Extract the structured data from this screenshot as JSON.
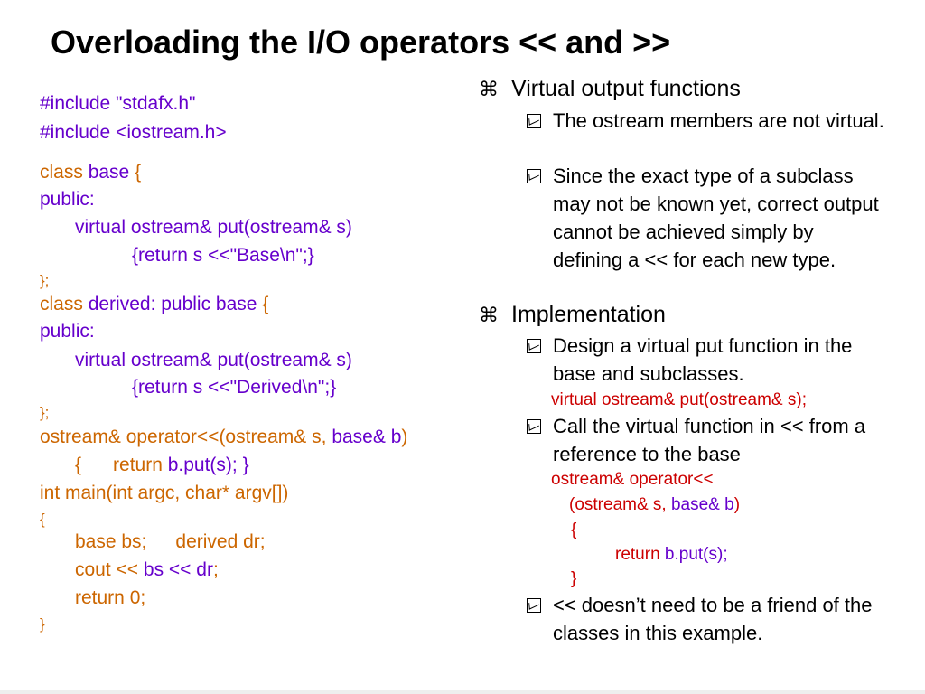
{
  "title": "Overloading the I/O operators << and >>",
  "code": {
    "include1": "#include \"stdafx.h\"",
    "include2": "#include <iostream.h>",
    "class_kw": "class ",
    "base_name": "base",
    "open_brace": " {",
    "public1": "public:",
    "virtual_put": "virtual ostream& put(ostream& s)",
    "return_base": "{return s <<\"Base\\n\";}",
    "close1": "};",
    "class_kw2": "class ",
    "derived_decl": "derived: public base",
    "open_brace2": " {",
    "public2": "public:",
    "virtual_put2": "virtual ostream& put(ostream& s)",
    "return_derived": "{return s <<\"Derived\\n\";}",
    "close2": "};",
    "op_decl_a": "ostream& operator<<(ostream& s, ",
    "op_decl_b": "base& b",
    "op_decl_c": ")",
    "op_body_a": "{      return ",
    "op_body_b": "b.put(s); }",
    "main_decl": "int main(int argc, char* argv[])",
    "main_open": "{",
    "base_bs": "base bs;",
    "derived_dr": "derived dr;",
    "cout_a": "cout << ",
    "cout_b": "bs << dr",
    "cout_c": ";",
    "return0": "return 0;",
    "main_close": "}"
  },
  "right": {
    "bullet1": "Virtual output functions",
    "b1_sub1": "The ostream members are not virtual.",
    "b1_sub2": "Since the exact type of a subclass may not be known yet, correct output cannot be achieved simply by defining a << for each new type.",
    "bullet2": "Implementation",
    "b2_sub1": "Design a virtual put function in the base and subclasses.",
    "b2_code1": "virtual ostream& put(ostream& s);",
    "b2_sub2": "Call the virtual function in << from a reference to the base",
    "b2_code2": "ostream& operator<<",
    "b2_code3a": "(ostream& s, ",
    "b2_code3b": "base& b",
    "b2_code3c": ")",
    "b2_code4": "{",
    "b2_code5a": "return ",
    "b2_code5b": "b.put(s);",
    "b2_code6": "}",
    "b2_sub3": "<< doesn’t need to be a friend of the classes in this example.",
    "bullet_glyph": "⌘"
  },
  "colors": {
    "keyword": "#cc6600",
    "identifier": "#6600cc",
    "code_red": "#cc0000"
  }
}
